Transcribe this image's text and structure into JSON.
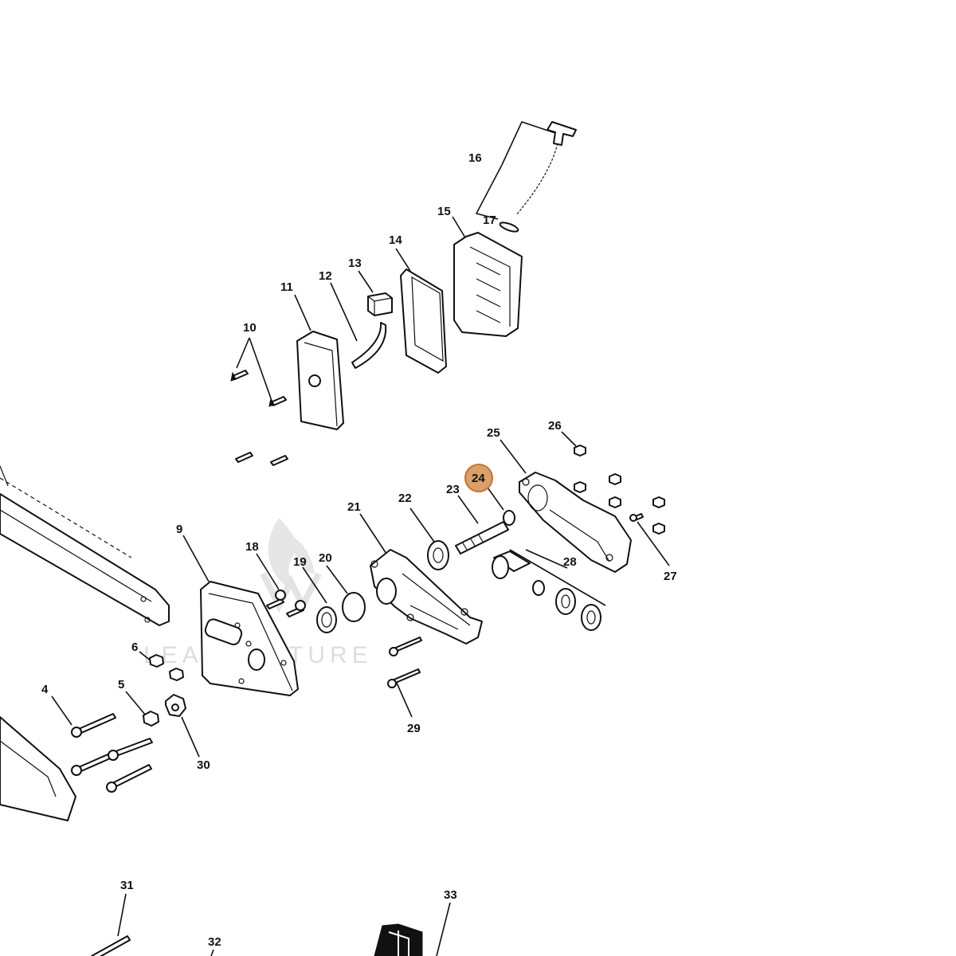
{
  "diagram": {
    "highlight_color": "#d9a06b",
    "highlight_stroke": "#c8722e",
    "highlighted_part": "24",
    "watermark_text": "LEADVENTURE",
    "parts": [
      "4",
      "5",
      "6",
      "9",
      "10",
      "11",
      "12",
      "13",
      "14",
      "15",
      "16",
      "17",
      "18",
      "19",
      "20",
      "21",
      "22",
      "23",
      "24",
      "25",
      "26",
      "27",
      "28",
      "29",
      "30",
      "31",
      "32",
      "33"
    ]
  }
}
